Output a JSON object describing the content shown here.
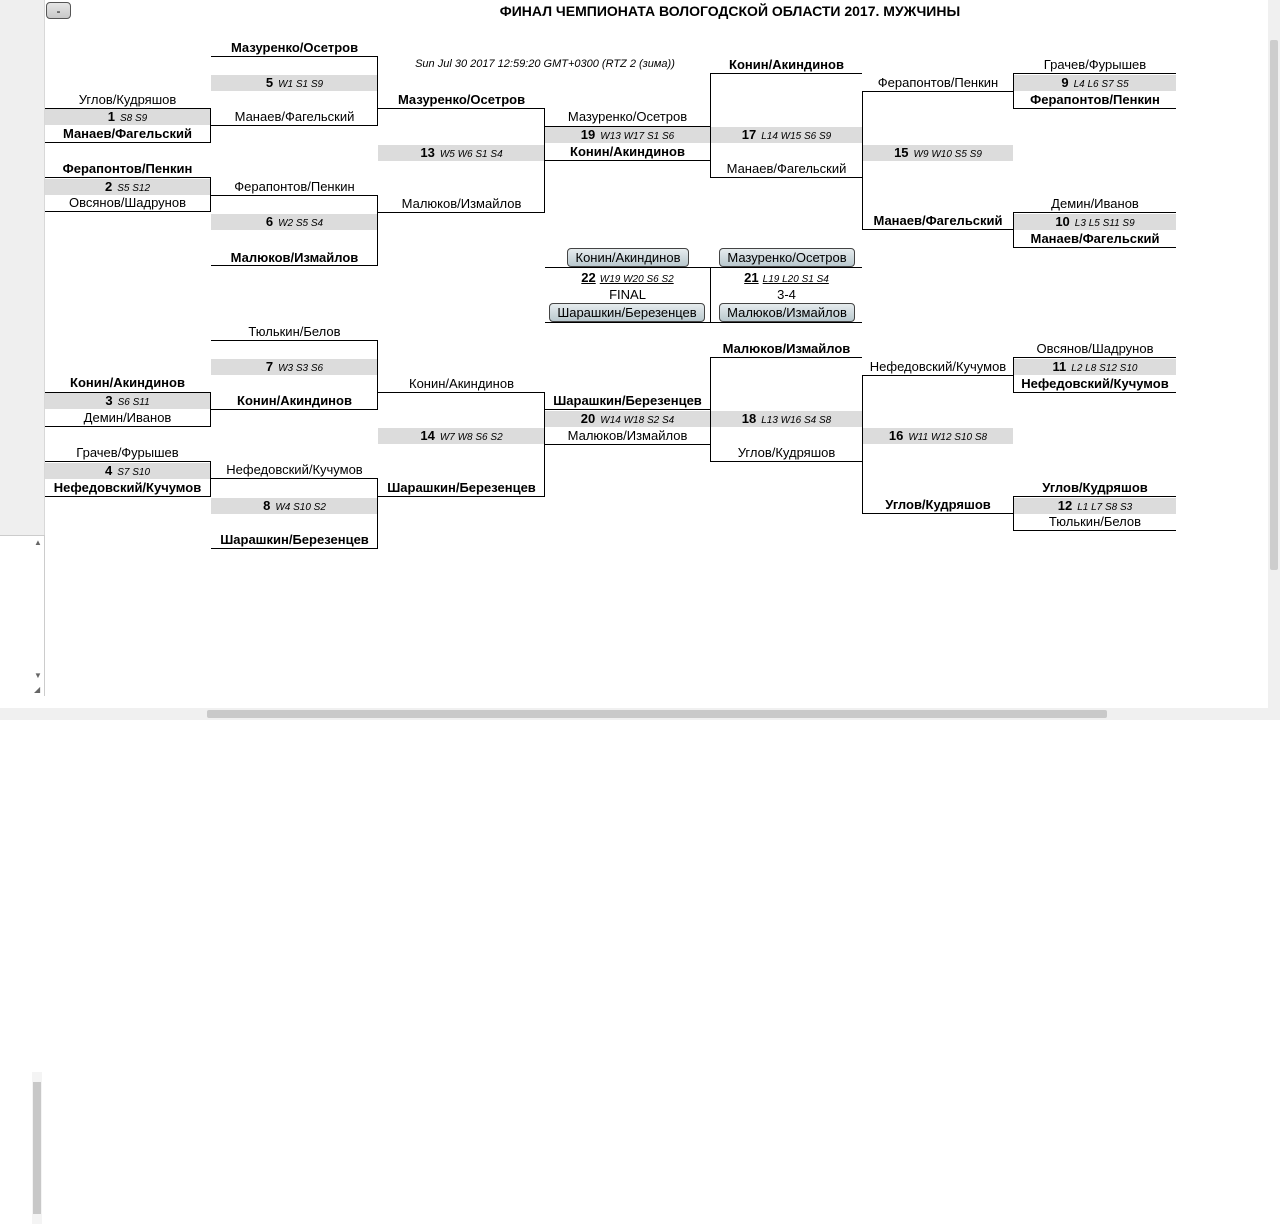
{
  "header": {
    "collapse_label": "-",
    "title": "ФИНАЛ ЧЕМПИОНАТА ВОЛОГОДСКОЙ ОБЛАСТИ 2017. МУЖЧИНЫ",
    "timestamp": "Sun Jul 30 2017 12:59:20 GMT+0300 (RTZ 2 (зима))"
  },
  "left": {
    "m1": {
      "num": "1",
      "seeds": "S8 S9",
      "top": "Углов/Кудряшов",
      "bottom": "Манаев/Фагельский"
    },
    "m2": {
      "num": "2",
      "seeds": "S5 S12",
      "top": "Ферапонтов/Пенкин",
      "bottom": "Овсянов/Шадрунов"
    },
    "m3": {
      "num": "3",
      "seeds": "S6 S11",
      "top": "Конин/Акиндинов",
      "bottom": "Демин/Иванов"
    },
    "m4": {
      "num": "4",
      "seeds": "S7 S10",
      "top": "Грачев/Фурышев",
      "bottom": "Нефедовский/Кучумов"
    },
    "m5": {
      "num": "5",
      "seeds": "W1 S1 S9",
      "top": "Мазуренко/Осетров",
      "bottom": "Манаев/Фагельский"
    },
    "m6": {
      "num": "6",
      "seeds": "W2 S5 S4",
      "top": "Ферапонтов/Пенкин",
      "bottom": "Малюков/Измайлов"
    },
    "m7": {
      "num": "7",
      "seeds": "W3 S3 S6",
      "top": "Тюлькин/Белов",
      "bottom": "Конин/Акиндинов"
    },
    "m8": {
      "num": "8",
      "seeds": "W4 S10 S2",
      "top": "Нефедовский/Кучумов",
      "bottom": "Шарашкин/Березенцев"
    },
    "m13": {
      "num": "13",
      "seeds": "W5 W6 S1 S4",
      "top": "Мазуренко/Осетров",
      "bottom": "Малюков/Измайлов"
    },
    "m14": {
      "num": "14",
      "seeds": "W7 W8 S6 S2",
      "top": "Конин/Акиндинов",
      "bottom": "Шарашкин/Березенцев"
    },
    "m19": {
      "num": "19",
      "seeds": "W13 W17 S1 S6",
      "top": "Мазуренко/Осетров",
      "bottom": "Конин/Акиндинов"
    },
    "m20": {
      "num": "20",
      "seeds": "W14 W18 S2 S4",
      "top": "Шарашкин/Березенцев",
      "bottom": "Малюков/Измайлов"
    }
  },
  "right": {
    "m9": {
      "num": "9",
      "seeds": "L4 L6 S7 S5",
      "top": "Грачев/Фурышев",
      "bottom": "Ферапонтов/Пенкин"
    },
    "m10": {
      "num": "10",
      "seeds": "L3 L5 S11 S9",
      "top": "Демин/Иванов",
      "bottom": "Манаев/Фагельский"
    },
    "m11": {
      "num": "11",
      "seeds": "L2 L8 S12 S10",
      "top": "Овсянов/Шадрунов",
      "bottom": "Нефедовский/Кучумов"
    },
    "m12": {
      "num": "12",
      "seeds": "L1 L7 S8 S3",
      "top": "Углов/Кудряшов",
      "bottom": "Тюлькин/Белов"
    },
    "m15": {
      "num": "15",
      "seeds": "W9 W10 S5 S9",
      "top": "Ферапонтов/Пенкин",
      "bottom": "Манаев/Фагельский"
    },
    "m16": {
      "num": "16",
      "seeds": "W11 W12 S10 S8",
      "top": "Нефедовский/Кучумов",
      "bottom": "Углов/Кудряшов"
    },
    "m17": {
      "num": "17",
      "seeds": "L14 W15 S6 S9",
      "top": "Конин/Акиндинов",
      "bottom": "Манаев/Фагельский"
    },
    "m18": {
      "num": "18",
      "seeds": "L13 W16 S4 S8",
      "top": "Малюков/Измайлов",
      "bottom": "Углов/Кудряшов"
    }
  },
  "finals": {
    "m22": {
      "num": "22",
      "seeds": "W19 W20 S6 S2",
      "label": "FINAL",
      "top": "Конин/Акиндинов",
      "bottom": "Шарашкин/Березенцев"
    },
    "m21": {
      "num": "21",
      "seeds": "L19 L20 S1 S4",
      "label": "3-4",
      "top": "Мазуренко/Осетров",
      "bottom": "Малюков/Измайлов"
    }
  }
}
